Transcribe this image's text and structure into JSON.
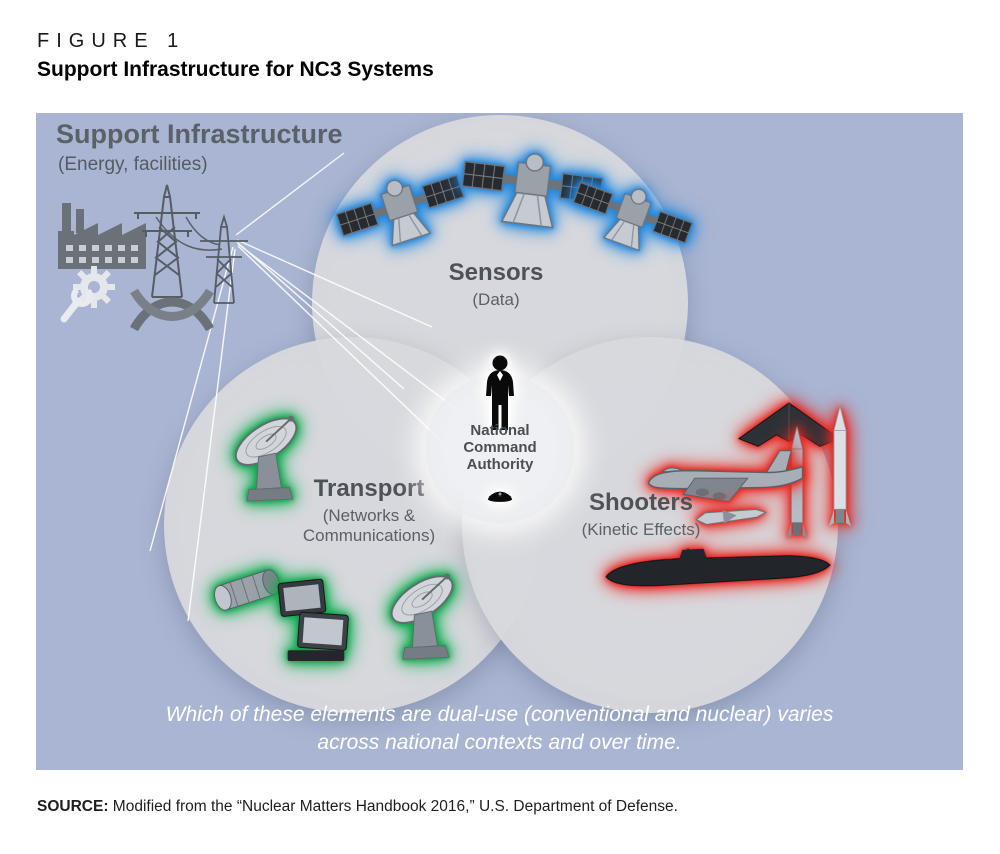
{
  "figure": {
    "label": "FIGURE 1",
    "title": "Support Infrastructure for NC3 Systems"
  },
  "diagram": {
    "support_title": "Support Infrastructure",
    "support_subtitle": "(Energy, facilities)",
    "sensors_title": "Sensors",
    "sensors_subtitle": "(Data)",
    "transport_title": "Transport",
    "transport_subtitle": "(Networks & Communications)",
    "shooters_title": "Shooters",
    "shooters_subtitle": "(Kinetic Effects)",
    "center_label": "National Command Authority",
    "caption_line1": "Which of these elements are dual-use (conventional and nuclear) varies",
    "caption_line2": "across national contexts and over time.",
    "colors": {
      "background": "#a9b5d2",
      "circle_fill": "#d8d9dd",
      "sensors_glow": "#1f86dd",
      "transport_glow": "#0fa14a",
      "shooters_glow": "#e5231d",
      "center_glow": "#ffffff",
      "caption_text": "#ffffff"
    },
    "icons": {
      "support": [
        "factory-icon",
        "transmission-tower-icon",
        "transmission-tower-small-icon",
        "highway-interchange-icon",
        "gear-wrench-icon"
      ],
      "sensors": [
        "satellite-icon",
        "satellite-icon",
        "satellite-icon"
      ],
      "transport": [
        "dish-antenna-icon",
        "equipment-cylinder-icon",
        "server-stack-icon",
        "dish-antenna-icon"
      ],
      "shooters": [
        "stealth-bomber-icon",
        "missile-icon",
        "missile-icon",
        "bomber-icon",
        "cruise-missile-icon",
        "submarine-icon"
      ],
      "center": [
        "person-silhouette-icon",
        "officer-cap-icon"
      ]
    }
  },
  "source": {
    "label": "SOURCE:",
    "text": "Modified from the “Nuclear Matters Handbook 2016,” U.S. Department of Defense."
  }
}
